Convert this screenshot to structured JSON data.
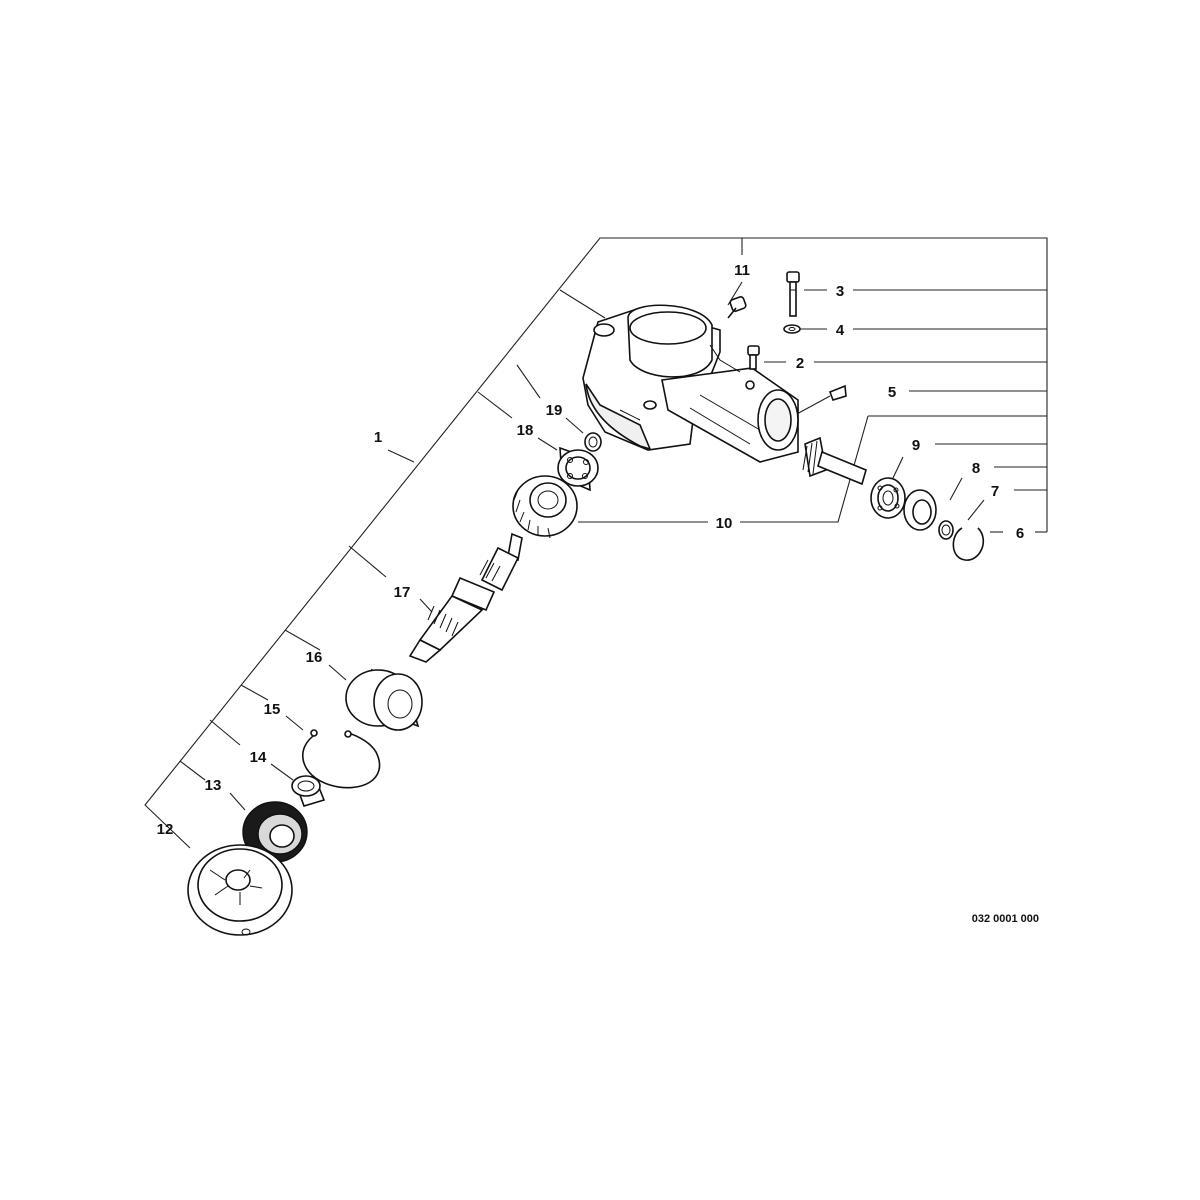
{
  "diagram": {
    "drawing_code": "032 0001 000",
    "callouts": [
      "1",
      "2",
      "3",
      "4",
      "5",
      "6",
      "7",
      "8",
      "9",
      "10",
      "11",
      "12",
      "13",
      "14",
      "15",
      "16",
      "17",
      "18",
      "19"
    ]
  }
}
